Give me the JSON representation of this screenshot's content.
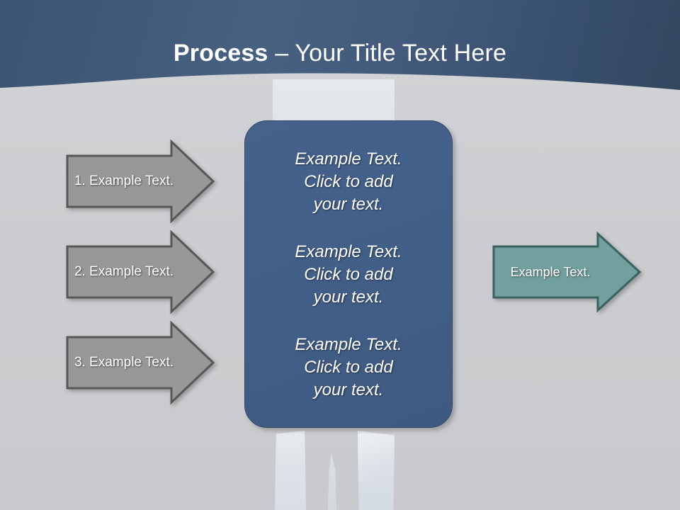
{
  "slide": {
    "background_color": "#cbcdd0",
    "header": {
      "gradient_from": "#3d5372",
      "gradient_to": "#32475f",
      "title_strong": "Process",
      "title_rest": " – Your Title Text Here"
    }
  },
  "left_arrows": [
    {
      "label": "1. Example Text.",
      "fill": "#989898",
      "border": "#575757"
    },
    {
      "label": "2. Example Text.",
      "fill": "#989898",
      "border": "#575757"
    },
    {
      "label": "3. Example Text.",
      "fill": "#989898",
      "border": "#575757"
    }
  ],
  "center_panel": {
    "fill": "#42608a",
    "border": "#33496a",
    "blocks": [
      "Example Text.\nClick  to add\nyour text.",
      "Example Text.\nClick  to add\nyour text.",
      "Example Text.\nClick  to add\nyour text."
    ]
  },
  "right_arrow": {
    "label": "Example Text.",
    "fill": "#71a09e",
    "border": "#3b6260"
  }
}
